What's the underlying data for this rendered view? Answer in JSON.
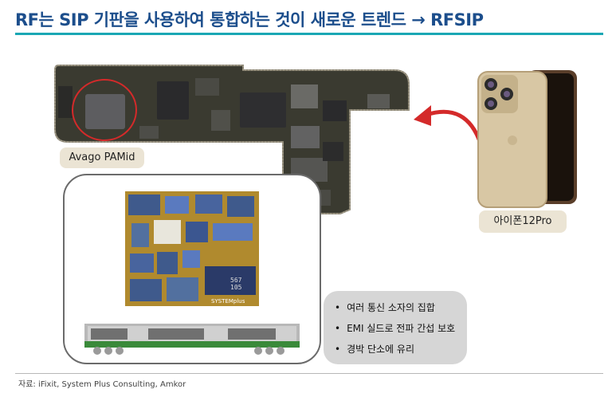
{
  "header": {
    "title": "RF는 SIP 기판을 사용하여 통합하는 것이 새로운 트렌드 → RFSIP"
  },
  "labels": {
    "pamid": "Avago PAMid",
    "phone": "아이폰12Pro"
  },
  "die": {
    "watermark": "SYSTEMplus",
    "code": "567\n105"
  },
  "bullets": [
    "여러 통신 소자의 집합",
    "EMI 실드로 전파 간섭 보호",
    "경박 단소에 유리"
  ],
  "footer": {
    "source": "자료: iFixit, System Plus Consulting, Amkor"
  },
  "colors": {
    "title": "#1c4e8c",
    "accent": "#1aa7b4",
    "arrow": "#d42a2a",
    "label_bg": "#ebe4d4"
  }
}
